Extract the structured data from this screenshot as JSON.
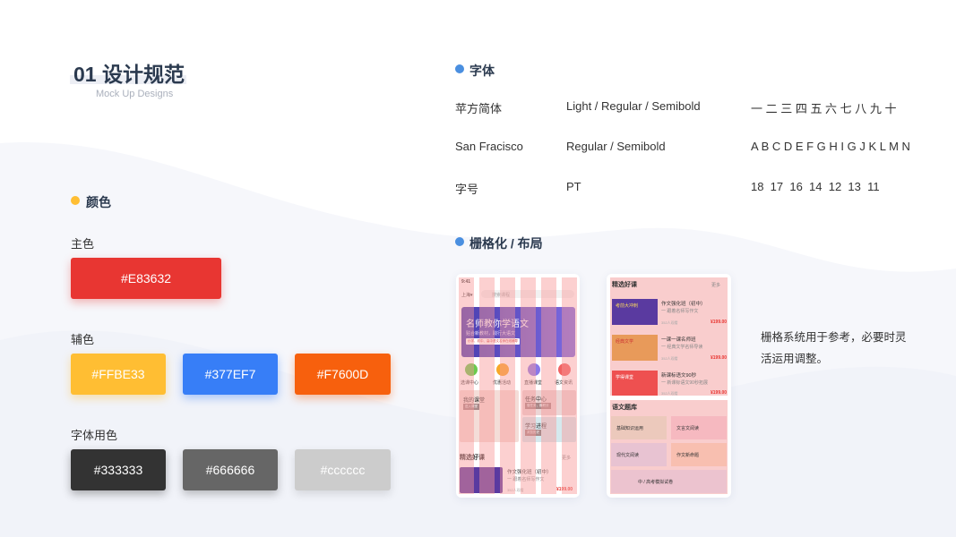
{
  "header": {
    "title": "01 设计规范",
    "subtitle": "Mock Up Designs"
  },
  "colors": {
    "heading": "颜色",
    "primary_label": "主色",
    "primary": [
      {
        "hex": "#E83632",
        "color": "#E83632"
      }
    ],
    "secondary_label": "辅色",
    "secondary": [
      {
        "hex": "#FFBE33",
        "color": "#FFBE33"
      },
      {
        "hex": "#377EF7",
        "color": "#377EF7"
      },
      {
        "hex": "#F7600D",
        "color": "#F7600D"
      }
    ],
    "text_label": "字体用色",
    "text": [
      {
        "hex": "#333333",
        "color": "#333333"
      },
      {
        "hex": "#666666",
        "color": "#666666"
      },
      {
        "hex": "#cccccc",
        "color": "#cccccc"
      }
    ]
  },
  "fonts": {
    "heading": "字体",
    "rows": [
      [
        "苹方简体",
        "Light / Regular / Semibold",
        "一 二 三 四 五 六 七 八 九 十"
      ],
      [
        "San Fracisco",
        "Regular / Semibold",
        "A B C D E F G H I G J K L M N"
      ],
      [
        "字号",
        "PT",
        "18  17  16  14  12  13  11"
      ]
    ]
  },
  "grid": {
    "heading": "栅格化 / 布局",
    "note_line1": "栅格系统用于参考，必要时灵",
    "note_line2": "活运用调整。"
  },
  "phone1": {
    "time": "9:41",
    "city": "上海▾",
    "search": "搜索课程",
    "banner_title": "名师教你学语文",
    "banner_sub": "贴合新教材，践行大语文",
    "banner_tag": "小学、初中、高中语文名师在线辅导",
    "icons": [
      "选课中心",
      "优惠活动",
      "直播课堂",
      "语文资讯"
    ],
    "my_class": "我的课堂",
    "my_class_btn": "进入课堂",
    "task": "任务中心",
    "task_btn": "做任务，赚积分",
    "progress": "学习进程",
    "progress_btn": "浏览历史",
    "featured": "精选好课",
    "more": "更多",
    "course_title": "作文强化班（初中）",
    "course_sub": "一 跟着名师写作文",
    "course_views": "352人观看",
    "course_price": "¥199.00"
  },
  "phone2": {
    "featured": "精选好课",
    "more": "更多",
    "courses": [
      {
        "title": "作文强化班（初中）",
        "sub": "一 跟着名师写作文",
        "views": "352人观看",
        "price": "¥199.00",
        "thumb": "考前大冲刺"
      },
      {
        "title": "一课一课名师班",
        "sub": "一 经典文学名师导读",
        "views": "352人观看",
        "price": "¥199.00",
        "thumb": "经典文学"
      },
      {
        "title": "新课标语文90秒",
        "sub": "一 新课标语文90秒拓展",
        "views": "352人观看",
        "price": "¥199.00",
        "thumb": "学得课堂"
      }
    ],
    "bank": "语文题库",
    "tiles": [
      "基础知识运用",
      "文言文阅读",
      "现代文阅读",
      "作文新命题"
    ],
    "exam": "中 / 高考模拟试卷"
  }
}
